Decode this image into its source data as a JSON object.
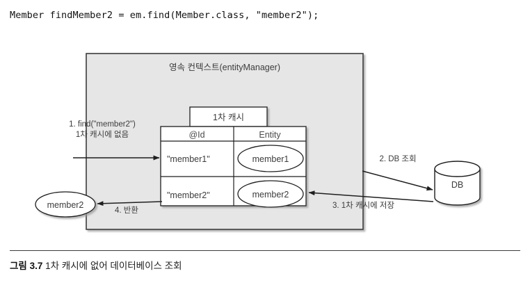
{
  "code": {
    "line": "Member findMember2 = em.find(Member.class, \"member2\");"
  },
  "diagram": {
    "context_title": "영속 컨텍스트(entityManager)",
    "cache_title": "1차 캐시",
    "table": {
      "headers": [
        "@Id",
        "Entity"
      ],
      "rows": [
        {
          "id": "\"member1\"",
          "entity": "member1"
        },
        {
          "id": "\"member2\"",
          "entity": "member2"
        }
      ]
    },
    "left_entity_label": "member2",
    "db_label": "DB",
    "steps": {
      "step1_line1": "1. find(\"member2\")",
      "step1_line2": "1차 캐시에 없음",
      "step2": "2. DB 조회",
      "step3": "3. 1차 캐시에 저장",
      "step4": "4. 반환"
    },
    "colors": {
      "context_fill": "#e6e6e6",
      "context_stroke": "#3a3a3a",
      "table_stroke": "#1f1f1f",
      "arrow_stroke": "#1f1f1f",
      "text": "#3c3c3c"
    }
  },
  "caption": {
    "number": "그림 3.7",
    "text": "1차 캐시에 없어 데이터베이스 조회"
  }
}
